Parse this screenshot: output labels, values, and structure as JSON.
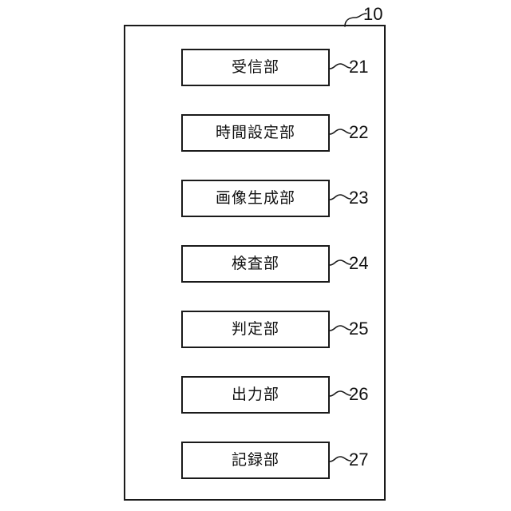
{
  "figure": {
    "type": "patent-block-diagram",
    "background_color": "#ffffff",
    "line_color": "#1a1a1a",
    "system": {
      "numeral": "10",
      "leader": "curved-tilde-leader"
    },
    "components": [
      {
        "label": "受信部",
        "numeral": "21",
        "leader": "tilde-leader"
      },
      {
        "label": "時間設定部",
        "numeral": "22",
        "leader": "tilde-leader"
      },
      {
        "label": "画像生成部",
        "numeral": "23",
        "leader": "tilde-leader"
      },
      {
        "label": "検査部",
        "numeral": "24",
        "leader": "tilde-leader"
      },
      {
        "label": "判定部",
        "numeral": "25",
        "leader": "tilde-leader"
      },
      {
        "label": "出力部",
        "numeral": "26",
        "leader": "tilde-leader"
      },
      {
        "label": "記録部",
        "numeral": "27",
        "leader": "tilde-leader"
      }
    ]
  }
}
